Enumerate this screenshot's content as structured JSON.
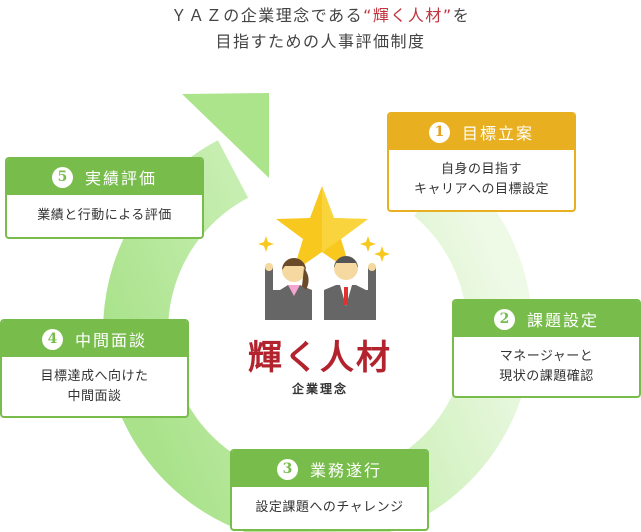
{
  "heading": {
    "line1_prefix": "ＹＡＺの企業理念である",
    "line1_highlight": "“輝く人材”",
    "line1_suffix": "を",
    "line2": "目指すための人事評価制度"
  },
  "center": {
    "title": "輝く人材",
    "subtitle": "企業理念"
  },
  "steps": [
    {
      "num": "1",
      "title": "目標立案",
      "body1": "自身の目指す",
      "body2": "キャリアへの目標設定"
    },
    {
      "num": "2",
      "title": "課題設定",
      "body1": "マネージャーと",
      "body2": "現状の課題確認"
    },
    {
      "num": "3",
      "title": "業務遂行",
      "body1": "設定課題へのチャレンジ",
      "body2": ""
    },
    {
      "num": "4",
      "title": "中間面談",
      "body1": "目標達成へ向けた",
      "body2": "中間面談"
    },
    {
      "num": "5",
      "title": "実績評価",
      "body1": "業績と行動による評価",
      "body2": ""
    }
  ],
  "colors": {
    "green": "#78bd4c",
    "gold": "#e8b020",
    "red": "#b3232e"
  }
}
